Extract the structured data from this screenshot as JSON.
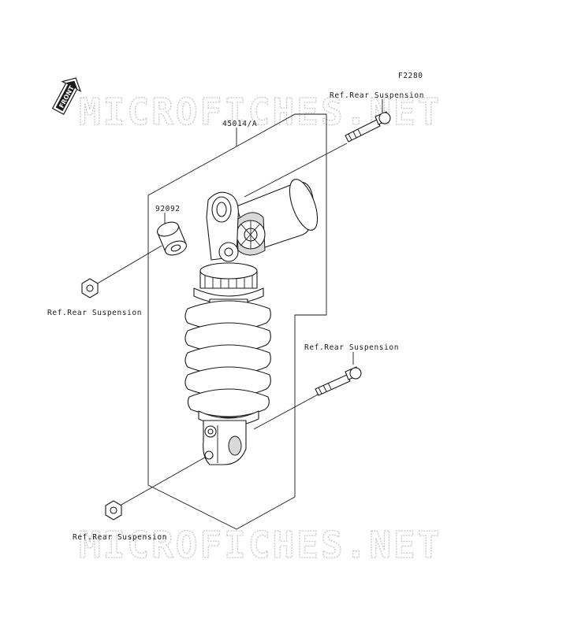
{
  "figure_code": "F2280",
  "front_label": "FRONT",
  "watermark_text": "MICROFICHES.NET",
  "parts": {
    "shock_absorber": "45014/A",
    "collar": "92092"
  },
  "references": {
    "top_bolt": "Ref.Rear Suspension",
    "top_nut": "Ref.Rear Suspension",
    "bottom_bolt": "Ref.Rear Suspension",
    "bottom_nut": "Ref.Rear Suspension"
  },
  "colors": {
    "line": "#1a1a1a",
    "watermark": "#c8c8c8",
    "background": "#ffffff"
  }
}
